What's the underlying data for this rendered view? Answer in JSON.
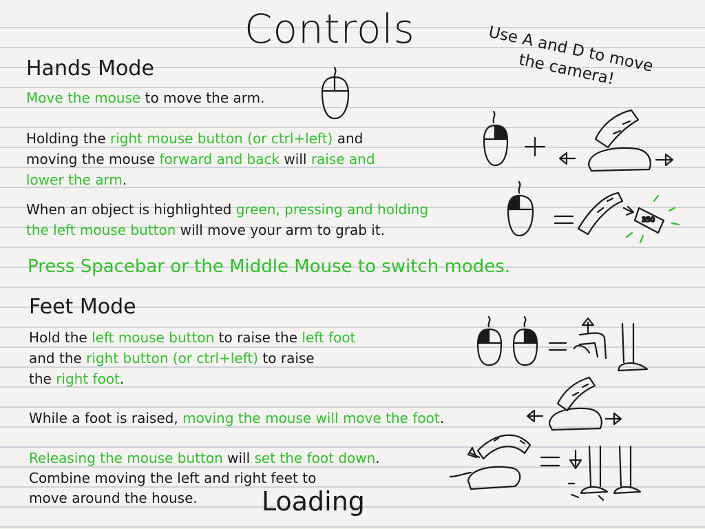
{
  "title": "Controls",
  "camera_hint": "Use A and D to move the camera!",
  "hands": {
    "heading": "Hands Mode",
    "l1": [
      {
        "t": "Move the mouse",
        "g": true
      },
      {
        "t": " to move the arm.",
        "g": false
      }
    ],
    "l2": [
      {
        "t": "Holding the ",
        "g": false
      },
      {
        "t": "right mouse button (or ctrl+left)",
        "g": true
      },
      {
        "t": " and",
        "g": false
      }
    ],
    "l3": [
      {
        "t": "moving the mouse ",
        "g": false
      },
      {
        "t": "forward and back",
        "g": true
      },
      {
        "t": " will ",
        "g": false
      },
      {
        "t": "raise and",
        "g": true
      }
    ],
    "l4": [
      {
        "t": "lower the arm",
        "g": true
      },
      {
        "t": ".",
        "g": false
      }
    ],
    "l5": [
      {
        "t": "When an object is highlighted ",
        "g": false
      },
      {
        "t": "green, pressing and holding",
        "g": true
      }
    ],
    "l6": [
      {
        "t": "the left mouse button",
        "g": true
      },
      {
        "t": " will move your arm to grab it.",
        "g": false
      }
    ],
    "box_label": "350"
  },
  "switch_text": "Press Spacebar or the Middle Mouse to switch modes.",
  "feet": {
    "heading": "Feet Mode",
    "l1": [
      {
        "t": "Hold the ",
        "g": false
      },
      {
        "t": "left mouse button",
        "g": true
      },
      {
        "t": " to raise the ",
        "g": false
      },
      {
        "t": "left foot",
        "g": true
      }
    ],
    "l2": [
      {
        "t": "and the ",
        "g": false
      },
      {
        "t": "right button (or ctrl+left)",
        "g": true
      },
      {
        "t": " to raise",
        "g": false
      }
    ],
    "l3": [
      {
        "t": "the ",
        "g": false
      },
      {
        "t": "right foot",
        "g": true
      },
      {
        "t": ".",
        "g": false
      }
    ],
    "l4": [
      {
        "t": "While a foot is raised, ",
        "g": false
      },
      {
        "t": "moving the mouse will move the foot",
        "g": true
      },
      {
        "t": ".",
        "g": false
      }
    ],
    "l5": [
      {
        "t": "Releasing the mouse button",
        "g": true
      },
      {
        "t": " will ",
        "g": false
      },
      {
        "t": "set the foot down",
        "g": true
      },
      {
        "t": ".",
        "g": false
      }
    ],
    "l6": [
      {
        "t": "Combine moving the left and right feet to",
        "g": false
      }
    ],
    "l7": [
      {
        "t": "move around the house.",
        "g": false
      }
    ]
  },
  "loading": "Loading",
  "colors": {
    "highlight": "#2fc12a",
    "ink": "#1a1a1a",
    "paper": "#f4f3f1",
    "rule": "#cfd3da"
  }
}
